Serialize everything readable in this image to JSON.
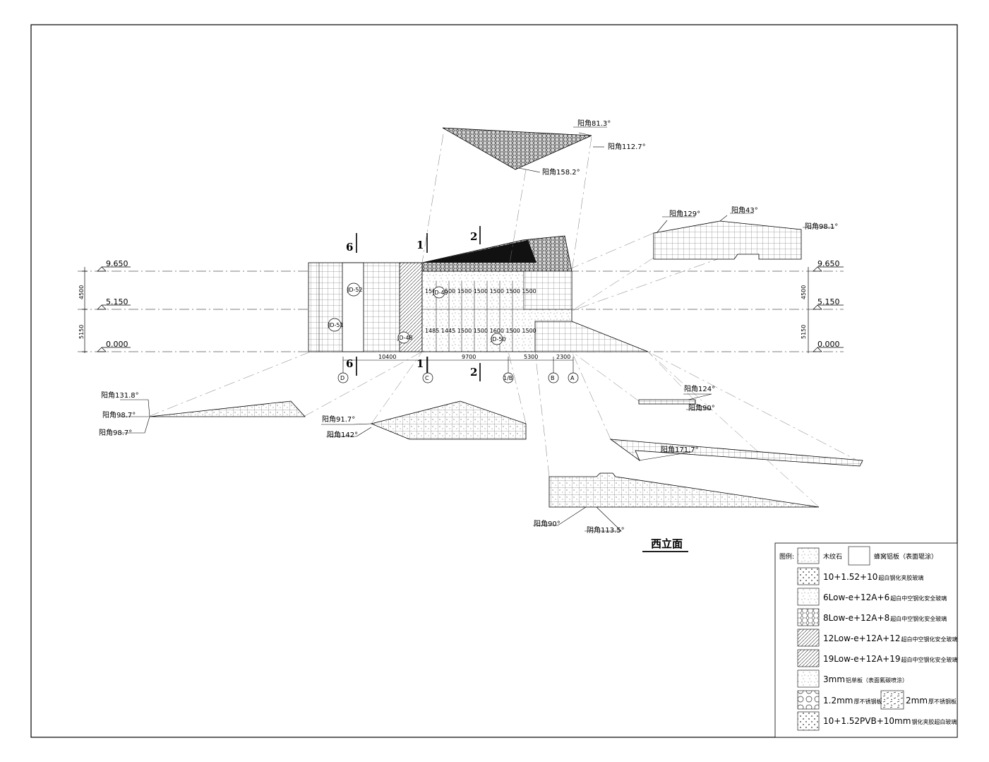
{
  "drawing": {
    "title": "西立面",
    "levels_left": [
      "9.650",
      "5.150",
      "0.000"
    ],
    "levels_right": [
      "9.650",
      "5.150",
      "0.000"
    ],
    "vertical_dims": [
      "4500",
      "5150"
    ],
    "grid_labels": [
      "D",
      "C",
      "1/B",
      "B",
      "A"
    ],
    "horizontal_dims": [
      "10400",
      "9700",
      "5300",
      "2300"
    ],
    "section_marks": [
      "6",
      "6",
      "1",
      "1",
      "2",
      "2"
    ],
    "detail_tags": [
      "JD-52",
      "JD-51",
      "JD-48",
      "JD-49",
      "JD-50"
    ],
    "upper_module_dims": "1500 1500 1500 1500 1500 1500 1500",
    "lower_module_dims": "1485 1445 1500 1500 1600 1500 1500"
  },
  "angle_labels": {
    "top_81": "阳角81.3°",
    "top_112": "阳角112.7°",
    "top_158": "阳角158.2°",
    "right_129": "阳角129°",
    "right_43": "阳角43°",
    "right_98": "阳角98.1°",
    "left_131": "阳角131.8°",
    "left_98a": "阳角98.7°",
    "left_98b": "阳角98.7°",
    "mid_91": "阳角91.7°",
    "mid_142": "阳角142°",
    "r2_124": "阳角124°",
    "r2_90": "阳角90°",
    "r2_171": "阳角171.7°",
    "bottom_90": "阳角90°",
    "bottom_113": "阴角113.5°"
  },
  "legend": {
    "heading": "图例:",
    "row0_a": "木纹石",
    "row0_b": "蜂窝铝板（表面辊涂）",
    "items": [
      {
        "big": "10+1.52+10",
        "small": "超白钢化夹胶玻璃"
      },
      {
        "big": "6Low-e+12A+6",
        "small": "超白中空钢化安全玻璃"
      },
      {
        "big": "8Low-e+12A+8",
        "small": "超白中空钢化安全玻璃"
      },
      {
        "big": "12Low-e+12A+12",
        "small": "超白中空钢化安全玻璃"
      },
      {
        "big": "19Low-e+12A+19",
        "small": "超白中空钢化安全玻璃"
      },
      {
        "big": "3mm",
        "small": "铝单板（表面氟碳喷涂）"
      }
    ],
    "steel_a_big": "1.2mm",
    "steel_a_small": "厚不锈钢板",
    "steel_b_big": "2mm",
    "steel_b_small": "厚不锈钢板",
    "last_big": "10+1.52PVB+10mm",
    "last_small": "钢化夹胶超白玻璃"
  }
}
